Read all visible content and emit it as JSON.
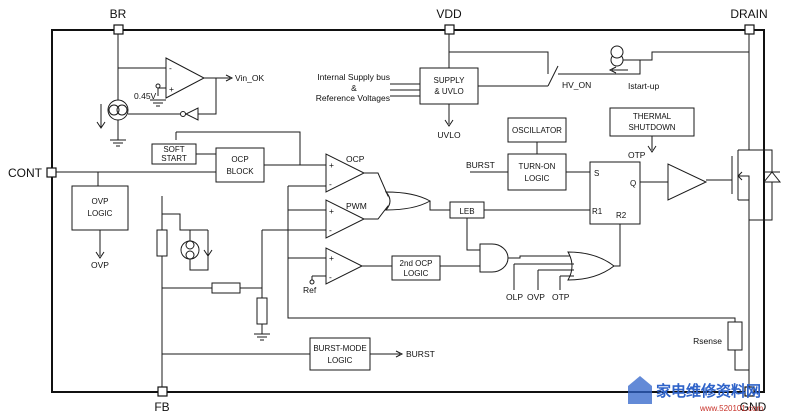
{
  "pins": {
    "br": "BR",
    "vdd": "VDD",
    "drain": "DRAIN",
    "cont": "CONT",
    "fb": "FB",
    "gnd": "GND"
  },
  "blocks": {
    "supply": [
      "SUPPLY",
      "& UVLO"
    ],
    "soft_start": [
      "SOFT",
      "START"
    ],
    "ocp_block": [
      "OCP",
      "BLOCK"
    ],
    "ovp_logic": [
      "OVP",
      "LOGIC"
    ],
    "oscillator": "OSCILLATOR",
    "turn_on": [
      "TURN-ON",
      "LOGIC"
    ],
    "thermal": [
      "THERMAL",
      "SHUTDOWN"
    ],
    "leb": "LEB",
    "ocp2": [
      "2nd OCP",
      "LOGIC"
    ],
    "burst_mode": [
      "BURST-MODE",
      "LOGIC"
    ],
    "latch_s": "S",
    "latch_q": "Q",
    "latch_r1": "R1",
    "latch_r2": "R2"
  },
  "labels": {
    "vin_ok": "Vin_OK",
    "v045": "0.45V",
    "internal_supply": [
      "Internal Supply bus",
      "&",
      "Reference Voltages"
    ],
    "uvlo": "UVLO",
    "hv_on": "HV_ON",
    "istart": "Istart-up",
    "otp_top": "OTP",
    "ocp": "OCP",
    "pwm": "PWM",
    "burst_in": "BURST",
    "ref": "Ref",
    "olp": "OLP",
    "ovp_gate": "OVP",
    "otp_gate": "OTP",
    "ovp_out": "OVP",
    "burst_out": "BURST",
    "rsense": "Rsense",
    "plus": "+",
    "minus": "-"
  },
  "watermark": {
    "cn": "家电维修资料网",
    "url": "www.520101.com"
  }
}
